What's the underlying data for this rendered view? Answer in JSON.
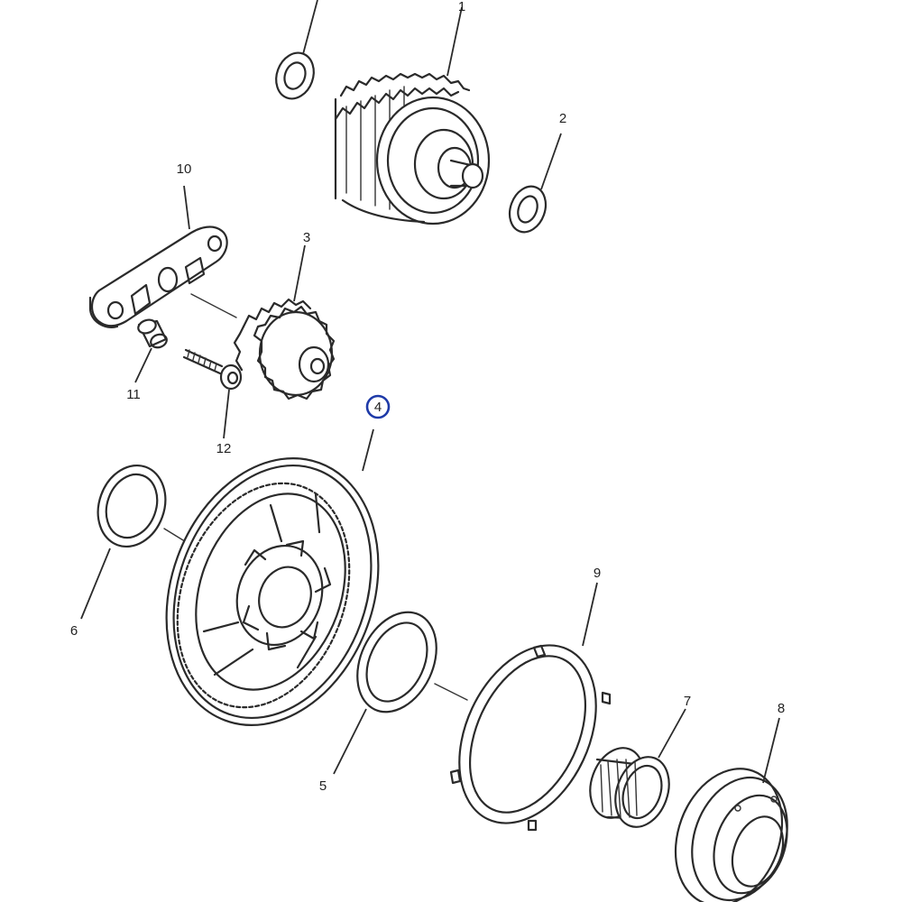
{
  "diagram": {
    "callouts": [
      {
        "id": "1",
        "label": "1",
        "highlighted": false
      },
      {
        "id": "2",
        "label": "2",
        "highlighted": false
      },
      {
        "id": "3",
        "label": "3",
        "highlighted": false
      },
      {
        "id": "4",
        "label": "4",
        "highlighted": true
      },
      {
        "id": "5",
        "label": "5",
        "highlighted": false
      },
      {
        "id": "6",
        "label": "6",
        "highlighted": false
      },
      {
        "id": "7",
        "label": "7",
        "highlighted": false
      },
      {
        "id": "8",
        "label": "8",
        "highlighted": false
      },
      {
        "id": "9",
        "label": "9",
        "highlighted": false
      },
      {
        "id": "10",
        "label": "10",
        "highlighted": false
      },
      {
        "id": "11",
        "label": "11",
        "highlighted": false
      },
      {
        "id": "12",
        "label": "12",
        "highlighted": false
      }
    ],
    "colors": {
      "line": "#2a2a2a",
      "highlight": "#1e3aa8",
      "background": "#ffffff"
    }
  }
}
